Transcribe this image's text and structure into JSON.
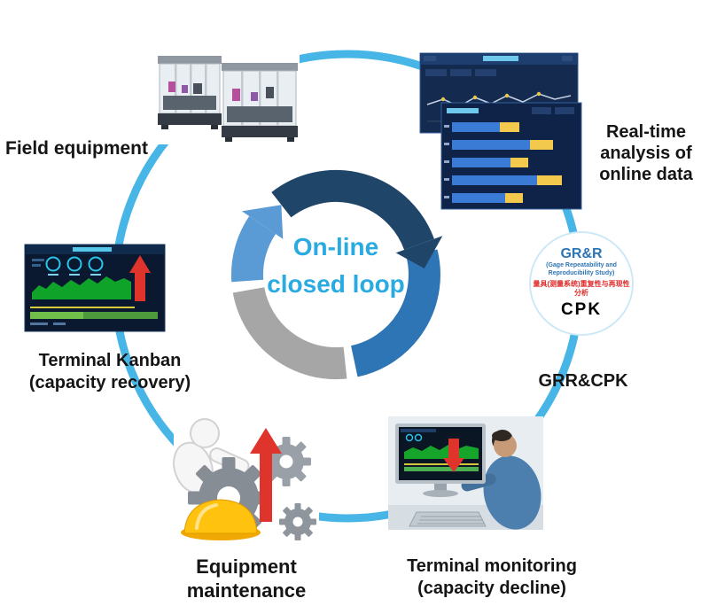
{
  "title": "On-line closed loop diagram",
  "colors": {
    "loop_circle": "#47B5E5",
    "ring_top": "#1F4569",
    "ring_right": "#2E75B6",
    "ring_bottom": "#A6A6A6",
    "ring_left": "#5B9BD5",
    "center_text": "#29ABE2",
    "arrow_red": "#DF342C",
    "highlight_yellow": "#FFC20E",
    "chart_green": "#0FA32A",
    "bar_blue": "#3A7BD5",
    "bar_yellow": "#F2C94C"
  },
  "center": {
    "line1": "On-line",
    "line2": "closed loop"
  },
  "nodes": {
    "field_equipment": {
      "label": "Field equipment"
    },
    "realtime_analysis": {
      "lines": [
        "Real-time",
        "analysis of",
        "online data"
      ]
    },
    "grr_cpk": {
      "label": "GRR&CPK",
      "badge": {
        "title": "GR&R",
        "subtitle_line1": "(Gage Repeatability and",
        "subtitle_line2": "Reproducibility Study)",
        "chinese": "量具(测量系统)重复性与再现性分析",
        "cpk": "CPK"
      }
    },
    "terminal_monitoring": {
      "line1": "Terminal monitoring",
      "line2": "(capacity decline)"
    },
    "equipment_maintenance": {
      "line1": "Equipment",
      "line2": "maintenance"
    },
    "terminal_kanban": {
      "line1": "Terminal Kanban",
      "line2": "(capacity recovery)"
    }
  }
}
